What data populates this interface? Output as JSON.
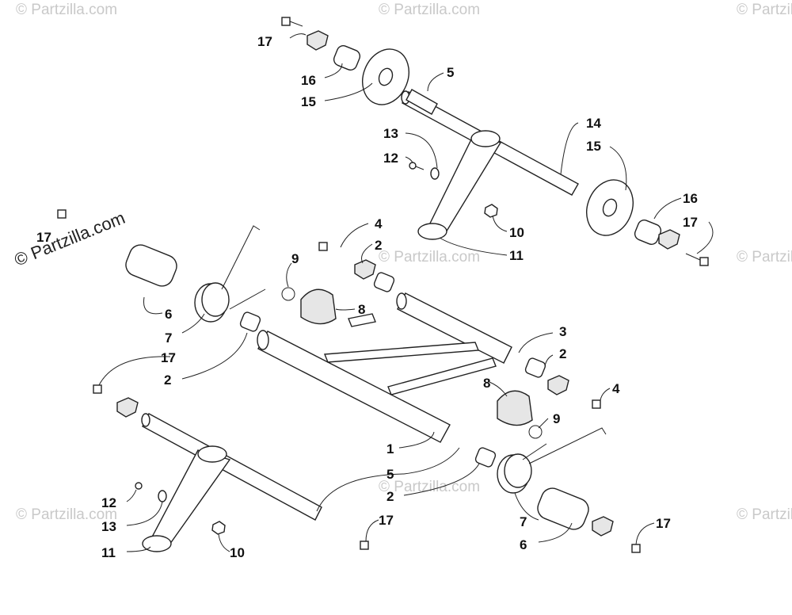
{
  "watermark": {
    "main_text": "© Partzilla.com",
    "faint_text": "© Partzilla.com"
  },
  "callouts": {
    "c1": "1",
    "c2a": "2",
    "c2b": "2",
    "c2c": "2",
    "c2d": "2",
    "c3": "3",
    "c4a": "4",
    "c4b": "4",
    "c5a": "5",
    "c5b": "5",
    "c6a": "6",
    "c6b": "6",
    "c7a": "7",
    "c7b": "7",
    "c8a": "8",
    "c8b": "8",
    "c9a": "9",
    "c9b": "9",
    "c10a": "10",
    "c10b": "10",
    "c11a": "11",
    "c11b": "11",
    "c12a": "12",
    "c12b": "12",
    "c13a": "13",
    "c13b": "13",
    "c14": "14",
    "c15a": "15",
    "c15b": "15",
    "c16a": "16",
    "c16b": "16",
    "c17a": "17",
    "c17b": "17",
    "c17c": "17",
    "c17d": "17",
    "c17e": "17",
    "c17f": "17"
  }
}
